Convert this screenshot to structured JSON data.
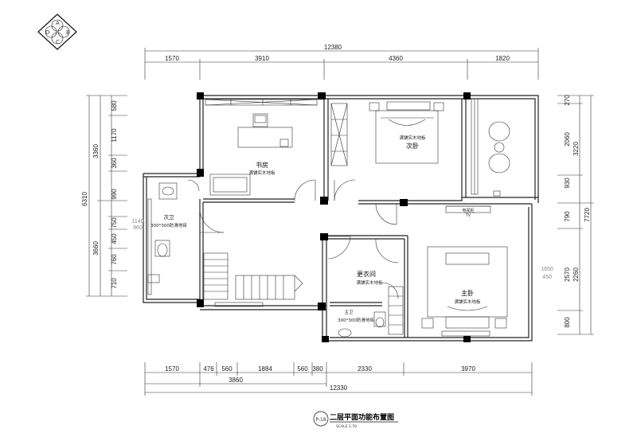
{
  "compass": {
    "letters": [
      "A",
      "B",
      "C",
      "D"
    ]
  },
  "dims_top": {
    "total": "12380",
    "segments": [
      "1570",
      "3910",
      "4360",
      "1820"
    ]
  },
  "dims_bottom": {
    "segments": [
      "1570",
      "476",
      "560",
      "1884",
      "560",
      "380",
      "2330",
      "3970"
    ],
    "sub_total": "3860",
    "total": "12330"
  },
  "dims_left": {
    "outer": "6310",
    "upper": "3360",
    "lower": "3660",
    "details": [
      "580",
      "1170",
      "360",
      "990",
      "750",
      "450",
      "760",
      "710"
    ]
  },
  "dims_right": {
    "outer": "7720",
    "upper": "3220",
    "middle": "2570",
    "lower": "2260",
    "details": [
      "270",
      "2060",
      "930",
      "790",
      "800"
    ]
  },
  "inner_dims": {
    "bath2": [
      "1140",
      "960"
    ],
    "master": [
      "1650",
      "450"
    ]
  },
  "rooms": {
    "study": {
      "name": "书房",
      "floor": "满铺实木地板"
    },
    "second_bedroom": {
      "name": "次卧",
      "floor": "满铺实木地板"
    },
    "second_bath": {
      "name": "次卫",
      "floor": "300*300防滑地砖"
    },
    "closet": {
      "name": "更衣间",
      "floor": "满铺实木地板"
    },
    "master_bath": {
      "name": "主卫",
      "floor": "300*300防滑地砖"
    },
    "master_bedroom": {
      "name": "主卧",
      "floor": "满铺实木地板"
    }
  },
  "tv_label": "TV",
  "tv_cabinet": "电视柜",
  "footer": {
    "sheet": "P-18",
    "title": "二层平面功能布置图",
    "scale": "SCALE 1:70"
  }
}
